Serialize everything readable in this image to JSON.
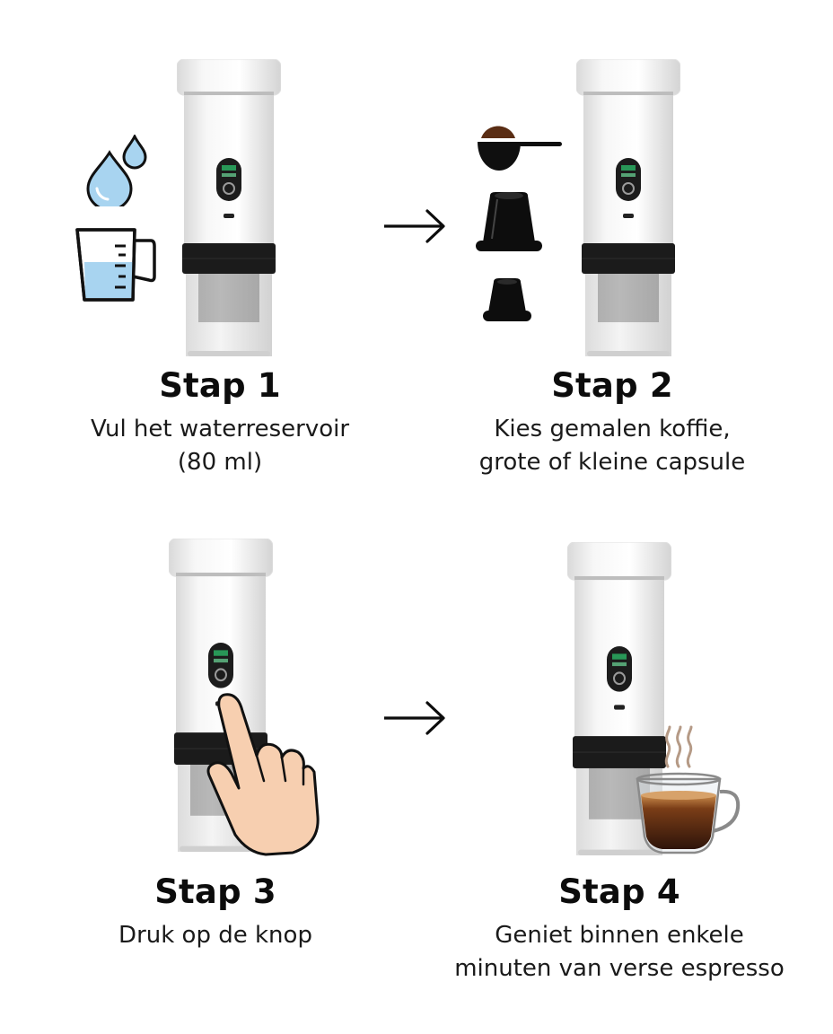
{
  "steps": [
    {
      "title": "Stap 1",
      "lines": [
        "Vul het waterreservoir",
        "(80 ml)"
      ]
    },
    {
      "title": "Stap 2",
      "lines": [
        "Kies gemalen koffie,",
        "grote of kleine capsule"
      ]
    },
    {
      "title": "Stap 3",
      "lines": [
        "Druk op de knop"
      ]
    },
    {
      "title": "Stap 4",
      "lines": [
        "Geniet binnen enkele",
        "minuten van verse espresso"
      ]
    }
  ],
  "icons": [
    "water-drop-icon",
    "measuring-jug-icon",
    "coffee-scoop-icon",
    "large-capsule-icon",
    "small-capsule-icon",
    "pointing-hand-icon",
    "coffee-cup-icon",
    "arrow-right-icon"
  ],
  "colors": {
    "water": "#a8d4f0",
    "machine_body": "#f2f2f2",
    "band": "#1b1b1b",
    "coffee": "#5a2d14",
    "skin": "#f7cfb0"
  }
}
